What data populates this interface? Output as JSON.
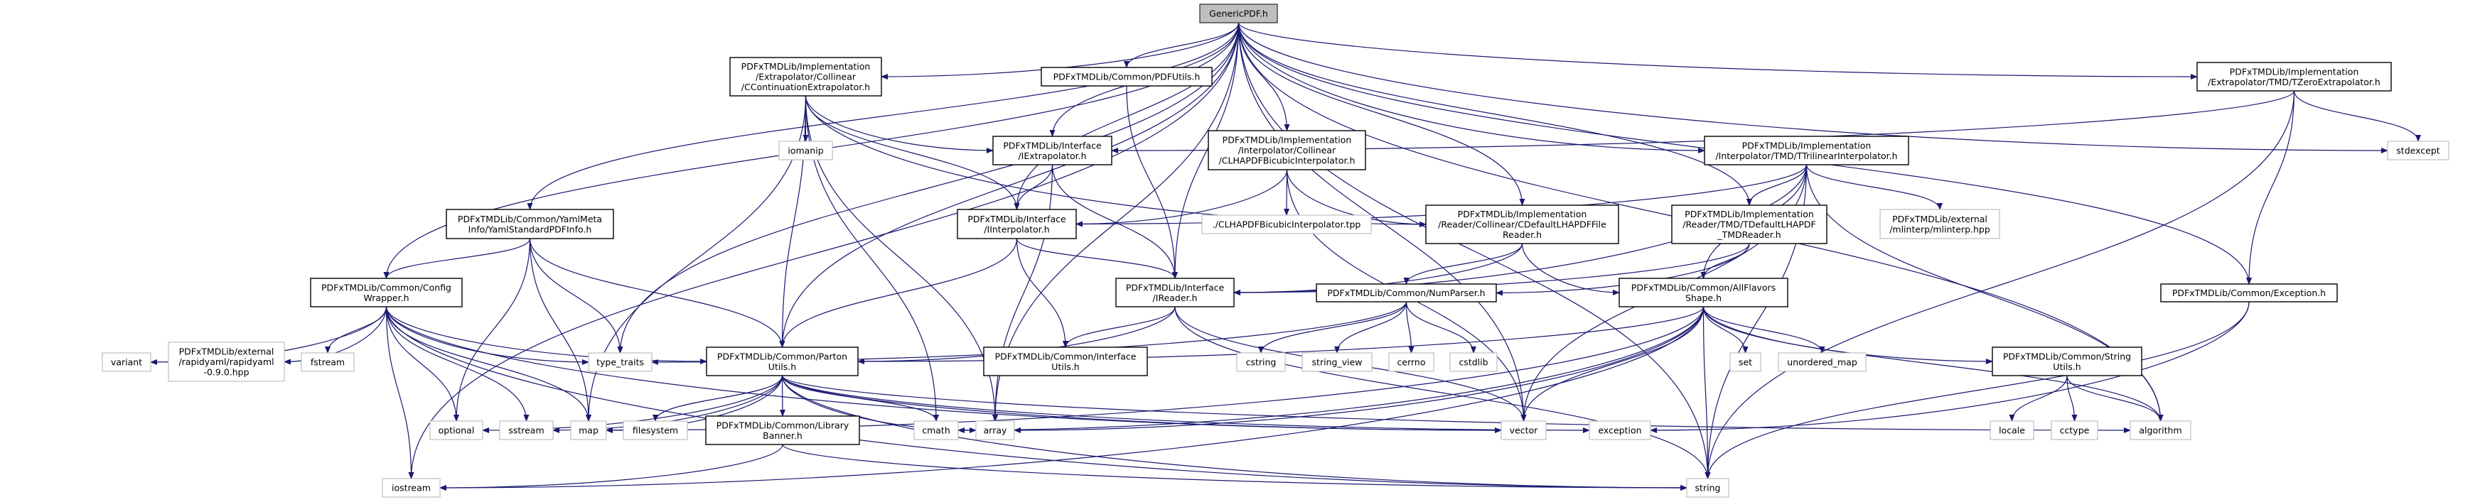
{
  "graph": {
    "colors": {
      "edge": "#191970",
      "root_fill": "#bfbfbf",
      "root_border": "#404040",
      "project_border": "#000000",
      "system_border": "#bfbfbf"
    },
    "nodes": [
      {
        "id": "root",
        "kind": "root",
        "lines": [
          "GenericPDF.h"
        ]
      },
      {
        "id": "cont",
        "kind": "project",
        "lines": [
          "PDFxTMDLib/Implementation",
          "/Extrapolator/Collinear",
          "/CContinuationExtrapolator.h"
        ]
      },
      {
        "id": "pdfutils",
        "kind": "project",
        "lines": [
          "PDFxTMDLib/Common/PDFUtils.h"
        ]
      },
      {
        "id": "tzero",
        "kind": "project",
        "lines": [
          "PDFxTMDLib/Implementation",
          "/Extrapolator/TMD/TZeroExtrapolator.h"
        ]
      },
      {
        "id": "stdexcept",
        "kind": "system",
        "lines": [
          "stdexcept"
        ]
      },
      {
        "id": "iextrap",
        "kind": "project",
        "lines": [
          "PDFxTMDLib/Interface",
          "/IExtrapolator.h"
        ]
      },
      {
        "id": "bicubic",
        "kind": "project",
        "lines": [
          "PDFxTMDLib/Implementation",
          "/Interpolator/Collinear",
          "/CLHAPDFBicubicInterpolator.h"
        ]
      },
      {
        "id": "trilinear",
        "kind": "project",
        "lines": [
          "PDFxTMDLib/Implementation",
          "/Interpolator/TMD/TTrilinearInterpolator.h"
        ]
      },
      {
        "id": "iomanip",
        "kind": "system",
        "lines": [
          "iomanip"
        ]
      },
      {
        "id": "yaml",
        "kind": "project",
        "lines": [
          "PDFxTMDLib/Common/YamlMeta",
          "Info/YamlStandardPDFInfo.h"
        ]
      },
      {
        "id": "iinterp",
        "kind": "project",
        "lines": [
          "PDFxTMDLib/Interface",
          "/IInterpolator.h"
        ]
      },
      {
        "id": "tpp",
        "kind": "system",
        "lines": [
          "./CLHAPDFBicubicInterpolator.tpp"
        ]
      },
      {
        "id": "cdefault",
        "kind": "project",
        "lines": [
          "PDFxTMDLib/Implementation",
          "/Reader/Collinear/CDefaultLHAPDFFile",
          "Reader.h"
        ]
      },
      {
        "id": "tdefault",
        "kind": "project",
        "lines": [
          "PDFxTMDLib/Implementation",
          "/Reader/TMD/TDefaultLHAPDF",
          "_TMDReader.h"
        ]
      },
      {
        "id": "mlinterp",
        "kind": "system",
        "lines": [
          "PDFxTMDLib/external",
          "/mlinterp/mlinterp.hpp"
        ]
      },
      {
        "id": "config",
        "kind": "project",
        "lines": [
          "PDFxTMDLib/Common/Config",
          "Wrapper.h"
        ]
      },
      {
        "id": "ireader",
        "kind": "project",
        "lines": [
          "PDFxTMDLib/Interface",
          "/IReader.h"
        ]
      },
      {
        "id": "numparser",
        "kind": "project",
        "lines": [
          "PDFxTMDLib/Common/NumParser.h"
        ]
      },
      {
        "id": "allflav",
        "kind": "project",
        "lines": [
          "PDFxTMDLib/Common/AllFlavors",
          "Shape.h"
        ]
      },
      {
        "id": "exceptionh",
        "kind": "project",
        "lines": [
          "PDFxTMDLib/Common/Exception.h"
        ]
      },
      {
        "id": "variant",
        "kind": "system",
        "lines": [
          "variant"
        ]
      },
      {
        "id": "rapidyaml",
        "kind": "system",
        "lines": [
          "PDFxTMDLib/external",
          "/rapidyaml/rapidyaml",
          "-0.9.0.hpp"
        ]
      },
      {
        "id": "fstream",
        "kind": "system",
        "lines": [
          "fstream"
        ]
      },
      {
        "id": "type_traits",
        "kind": "system",
        "lines": [
          "type_traits"
        ]
      },
      {
        "id": "parton",
        "kind": "project",
        "lines": [
          "PDFxTMDLib/Common/Parton",
          "Utils.h"
        ]
      },
      {
        "id": "ifutils",
        "kind": "project",
        "lines": [
          "PDFxTMDLib/Common/Interface",
          "Utils.h"
        ]
      },
      {
        "id": "cstring",
        "kind": "system",
        "lines": [
          "cstring"
        ]
      },
      {
        "id": "string_view",
        "kind": "system",
        "lines": [
          "string_view"
        ]
      },
      {
        "id": "cerrno",
        "kind": "system",
        "lines": [
          "cerrno"
        ]
      },
      {
        "id": "cstdlib",
        "kind": "system",
        "lines": [
          "cstdlib"
        ]
      },
      {
        "id": "set",
        "kind": "system",
        "lines": [
          "set"
        ]
      },
      {
        "id": "unordered_map",
        "kind": "system",
        "lines": [
          "unordered_map"
        ]
      },
      {
        "id": "stringutils",
        "kind": "project",
        "lines": [
          "PDFxTMDLib/Common/String",
          "Utils.h"
        ]
      },
      {
        "id": "optional",
        "kind": "system",
        "lines": [
          "optional"
        ]
      },
      {
        "id": "sstream",
        "kind": "system",
        "lines": [
          "sstream"
        ]
      },
      {
        "id": "map",
        "kind": "system",
        "lines": [
          "map"
        ]
      },
      {
        "id": "filesystem",
        "kind": "system",
        "lines": [
          "filesystem"
        ]
      },
      {
        "id": "banner",
        "kind": "project",
        "lines": [
          "PDFxTMDLib/Common/Library",
          "Banner.h"
        ]
      },
      {
        "id": "cmath",
        "kind": "system",
        "lines": [
          "cmath"
        ]
      },
      {
        "id": "array",
        "kind": "system",
        "lines": [
          "array"
        ]
      },
      {
        "id": "vector",
        "kind": "system",
        "lines": [
          "vector"
        ]
      },
      {
        "id": "exception",
        "kind": "system",
        "lines": [
          "exception"
        ]
      },
      {
        "id": "locale",
        "kind": "system",
        "lines": [
          "locale"
        ]
      },
      {
        "id": "cctype",
        "kind": "system",
        "lines": [
          "cctype"
        ]
      },
      {
        "id": "algorithm",
        "kind": "system",
        "lines": [
          "algorithm"
        ]
      },
      {
        "id": "iostream",
        "kind": "system",
        "lines": [
          "iostream"
        ]
      },
      {
        "id": "string",
        "kind": "system",
        "lines": [
          "string"
        ]
      }
    ],
    "edges": [
      [
        "root",
        "cont"
      ],
      [
        "root",
        "pdfutils"
      ],
      [
        "root",
        "iextrap"
      ],
      [
        "root",
        "iinterp"
      ],
      [
        "root",
        "bicubic"
      ],
      [
        "root",
        "cdefault"
      ],
      [
        "root",
        "tdefault"
      ],
      [
        "root",
        "trilinear"
      ],
      [
        "root",
        "tzero"
      ],
      [
        "root",
        "stdexcept"
      ],
      [
        "root",
        "exceptionh"
      ],
      [
        "root",
        "ireader"
      ],
      [
        "root",
        "config"
      ],
      [
        "root",
        "yaml"
      ],
      [
        "root",
        "parton"
      ],
      [
        "root",
        "type_traits"
      ],
      [
        "root",
        "iostream"
      ],
      [
        "root",
        "array"
      ],
      [
        "root",
        "vector"
      ],
      [
        "root",
        "algorithm"
      ],
      [
        "root",
        "string"
      ],
      [
        "cont",
        "iomanip"
      ],
      [
        "cont",
        "iextrap"
      ],
      [
        "cont",
        "iinterp"
      ],
      [
        "cont",
        "parton"
      ],
      [
        "cont",
        "cmath"
      ],
      [
        "cont",
        "array"
      ],
      [
        "cont",
        "map"
      ],
      [
        "cont",
        "cdefault"
      ],
      [
        "pdfutils",
        "ireader"
      ],
      [
        "iextrap",
        "iinterp"
      ],
      [
        "iextrap",
        "ireader"
      ],
      [
        "iextrap",
        "array"
      ],
      [
        "bicubic",
        "iinterp"
      ],
      [
        "bicubic",
        "tpp"
      ],
      [
        "bicubic",
        "cdefault"
      ],
      [
        "bicubic",
        "vector"
      ],
      [
        "trilinear",
        "iinterp"
      ],
      [
        "trilinear",
        "tdefault"
      ],
      [
        "trilinear",
        "mlinterp"
      ],
      [
        "trilinear",
        "allflav"
      ],
      [
        "trilinear",
        "ireader"
      ],
      [
        "trilinear",
        "vector"
      ],
      [
        "trilinear",
        "string"
      ],
      [
        "trilinear",
        "algorithm"
      ],
      [
        "tzero",
        "iextrap"
      ],
      [
        "tzero",
        "exceptionh"
      ],
      [
        "tzero",
        "stdexcept"
      ],
      [
        "tzero",
        "string"
      ],
      [
        "yaml",
        "config"
      ],
      [
        "yaml",
        "parton"
      ],
      [
        "yaml",
        "type_traits"
      ],
      [
        "yaml",
        "map"
      ],
      [
        "yaml",
        "optional"
      ],
      [
        "iinterp",
        "ireader"
      ],
      [
        "iinterp",
        "ifutils"
      ],
      [
        "iinterp",
        "parton"
      ],
      [
        "cdefault",
        "ireader"
      ],
      [
        "cdefault",
        "numparser"
      ],
      [
        "cdefault",
        "allflav"
      ],
      [
        "tdefault",
        "ireader"
      ],
      [
        "tdefault",
        "numparser"
      ],
      [
        "tdefault",
        "allflav"
      ],
      [
        "config",
        "variant"
      ],
      [
        "config",
        "rapidyaml"
      ],
      [
        "config",
        "fstream"
      ],
      [
        "config",
        "type_traits"
      ],
      [
        "config",
        "parton"
      ],
      [
        "config",
        "optional"
      ],
      [
        "config",
        "sstream"
      ],
      [
        "config",
        "map"
      ],
      [
        "config",
        "iostream"
      ],
      [
        "config",
        "string"
      ],
      [
        "config",
        "vector"
      ],
      [
        "ireader",
        "ifutils"
      ],
      [
        "ireader",
        "parton"
      ],
      [
        "ireader",
        "vector"
      ],
      [
        "ireader",
        "string"
      ],
      [
        "numparser",
        "type_traits"
      ],
      [
        "numparser",
        "cstring"
      ],
      [
        "numparser",
        "string_view"
      ],
      [
        "numparser",
        "cerrno"
      ],
      [
        "numparser",
        "cstdlib"
      ],
      [
        "allflav",
        "parton"
      ],
      [
        "allflav",
        "set"
      ],
      [
        "allflav",
        "unordered_map"
      ],
      [
        "allflav",
        "stringutils"
      ],
      [
        "allflav",
        "vector"
      ],
      [
        "allflav",
        "array"
      ],
      [
        "allflav",
        "cmath"
      ],
      [
        "allflav",
        "map"
      ],
      [
        "allflav",
        "string"
      ],
      [
        "allflav",
        "iostream"
      ],
      [
        "allflav",
        "algorithm"
      ],
      [
        "parton",
        "optional"
      ],
      [
        "parton",
        "sstream"
      ],
      [
        "parton",
        "map"
      ],
      [
        "parton",
        "filesystem"
      ],
      [
        "parton",
        "banner"
      ],
      [
        "parton",
        "cmath"
      ],
      [
        "parton",
        "array"
      ],
      [
        "parton",
        "vector"
      ],
      [
        "parton",
        "exception"
      ],
      [
        "parton",
        "algorithm"
      ],
      [
        "parton",
        "string"
      ],
      [
        "banner",
        "iostream"
      ],
      [
        "banner",
        "string"
      ],
      [
        "stringutils",
        "locale"
      ],
      [
        "stringutils",
        "cctype"
      ],
      [
        "stringutils",
        "algorithm"
      ],
      [
        "exceptionh",
        "exception"
      ],
      [
        "exceptionh",
        "string"
      ]
    ]
  }
}
